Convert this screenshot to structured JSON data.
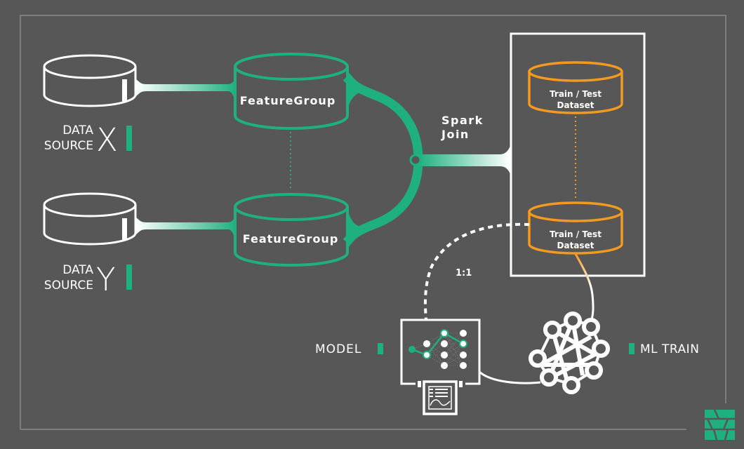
{
  "colors": {
    "background": "#575757",
    "frame": "#8a8a8a",
    "green": "#1fb07f",
    "orange": "#f39a1f",
    "white": "#ffffff"
  },
  "data_sources": [
    {
      "line1": "DATA",
      "line2": "SOURCE",
      "letter": "X"
    },
    {
      "line1": "DATA",
      "line2": "SOURCE",
      "letter": "Y"
    }
  ],
  "feature_groups": [
    {
      "label": "FeatureGroup"
    },
    {
      "label": "FeatureGroup"
    }
  ],
  "join": {
    "line1": "Spark",
    "line2": "Join"
  },
  "datasets": [
    {
      "line1": "Train / Test",
      "line2": "Dataset"
    },
    {
      "line1": "Train / Test",
      "line2": "Dataset"
    }
  ],
  "ratio_label": "1:1",
  "model_label": "MODEL",
  "ml_train_label": "ML TRAIN",
  "icons": {
    "datasource": "database-cylinder-icon",
    "feature_group": "feature-group-cylinder-icon",
    "dataset": "dataset-cylinder-icon",
    "model": "neural-network-model-icon",
    "report": "report-chart-icon",
    "ml_train": "training-graph-icon",
    "logo": "brand-logo-icon"
  }
}
